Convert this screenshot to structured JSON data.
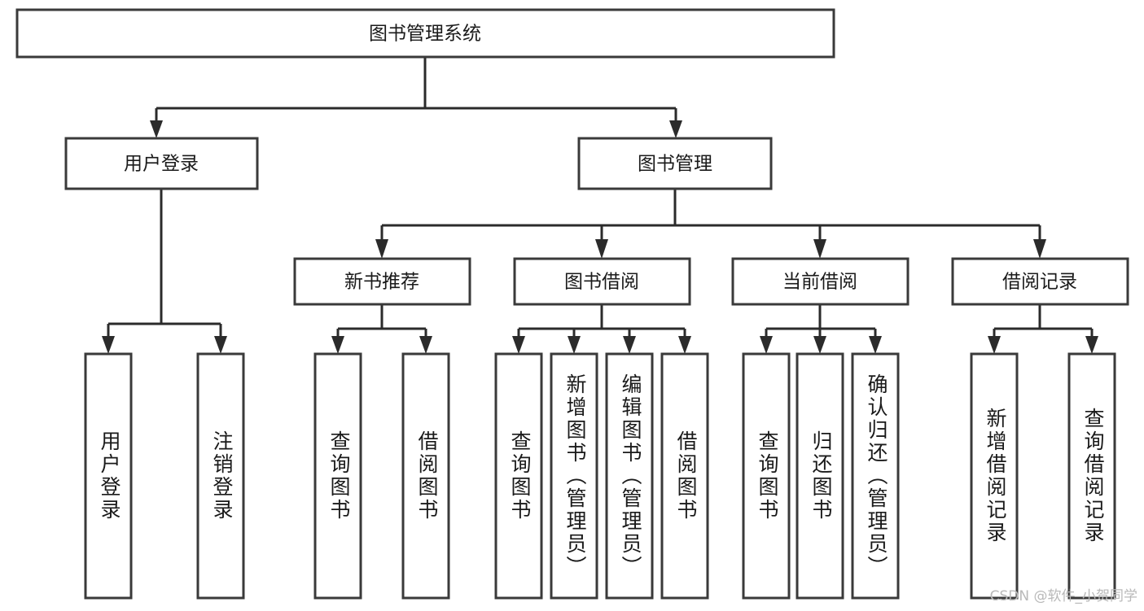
{
  "diagram": {
    "title": "图书管理系统",
    "type": "hierarchy-tree",
    "root": {
      "id": "root",
      "label": "图书管理系统"
    },
    "level1": [
      {
        "id": "user-login",
        "label": "用户登录"
      },
      {
        "id": "book-management",
        "label": "图书管理"
      }
    ],
    "level2": [
      {
        "id": "new-book-recommend",
        "label": "新书推荐",
        "parent": "book-management"
      },
      {
        "id": "book-borrow",
        "label": "图书借阅",
        "parent": "book-management"
      },
      {
        "id": "current-borrow",
        "label": "当前借阅",
        "parent": "book-management"
      },
      {
        "id": "borrow-record",
        "label": "借阅记录",
        "parent": "book-management"
      }
    ],
    "leaves": [
      {
        "id": "leaf-user-login",
        "label": "用户登录",
        "parent": "user-login"
      },
      {
        "id": "leaf-logout",
        "label": "注销登录",
        "parent": "user-login"
      },
      {
        "id": "leaf-query-book-1",
        "label": "查询图书",
        "parent": "new-book-recommend"
      },
      {
        "id": "leaf-borrow-book-1",
        "label": "借阅图书",
        "parent": "new-book-recommend"
      },
      {
        "id": "leaf-query-book-2",
        "label": "查询图书",
        "parent": "book-borrow"
      },
      {
        "id": "leaf-add-book",
        "label": "新增图书（管理员）",
        "parent": "book-borrow"
      },
      {
        "id": "leaf-edit-book",
        "label": "编辑图书（管理员）",
        "parent": "book-borrow"
      },
      {
        "id": "leaf-borrow-book-2",
        "label": "借阅图书",
        "parent": "book-borrow"
      },
      {
        "id": "leaf-query-book-3",
        "label": "查询图书",
        "parent": "current-borrow"
      },
      {
        "id": "leaf-return-book",
        "label": "归还图书",
        "parent": "current-borrow"
      },
      {
        "id": "leaf-confirm-return",
        "label": "确认归还（管理员）",
        "parent": "current-borrow"
      },
      {
        "id": "leaf-add-record",
        "label": "新增借阅记录",
        "parent": "borrow-record"
      },
      {
        "id": "leaf-query-record",
        "label": "查询借阅记录",
        "parent": "borrow-record"
      }
    ],
    "colors": {
      "box_stroke": "#3a3a3a",
      "connector": "#2b2b2b",
      "background": "#ffffff",
      "text": "#1a1a1a",
      "watermark": "#b9b9b9"
    }
  },
  "watermark": {
    "text": "CSDN @软件_小贺同学"
  }
}
